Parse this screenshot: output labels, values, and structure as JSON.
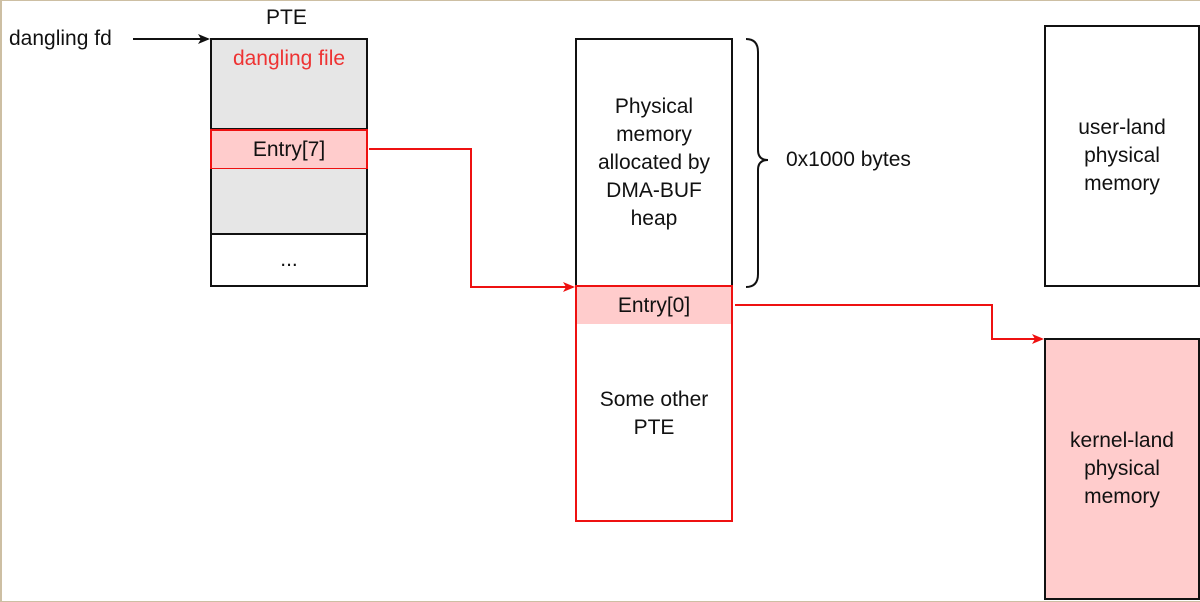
{
  "labels": {
    "pte_title": "PTE",
    "dangling_fd": "dangling fd",
    "dangling_file": "dangling file",
    "entry7": "Entry[7]",
    "ellipsis": "...",
    "physical_memory": "Physical\nmemory\nallocated by\nDMA-BUF\nheap",
    "size_label": "0x1000 bytes",
    "entry0": "Entry[0]",
    "other_pte": "Some other\nPTE",
    "user_land": "user-land\nphysical\nmemory",
    "kernel_land": "kernel-land\nphysical\nmemory"
  },
  "colors": {
    "red": "#ee1111",
    "pink_fill": "#ffcccc",
    "gray_fill": "#e6e6e6",
    "dark": "#111111",
    "red_text": "#ee3333"
  }
}
